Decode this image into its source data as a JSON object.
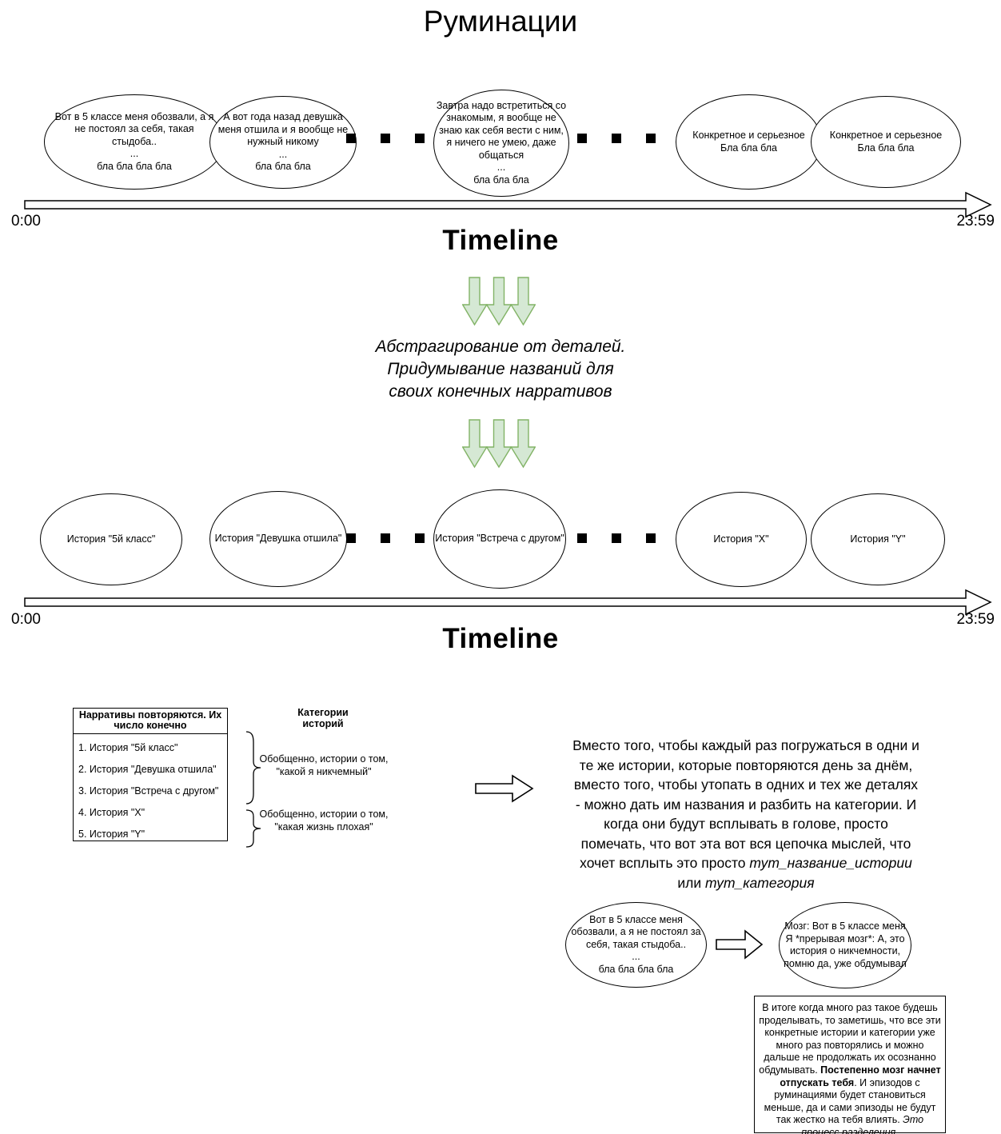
{
  "title": "Руминации",
  "colors": {
    "line": "#000000",
    "arrow_fill": "#d5e8d4",
    "arrow_stroke": "#82b366"
  },
  "timeline1": {
    "start": "0:00",
    "end": "23:59",
    "label": "Timeline"
  },
  "timeline2": {
    "start": "0:00",
    "end": "23:59",
    "label": "Timeline"
  },
  "row1": {
    "ellipses": [
      {
        "text": "Вот в 5 классе меня обозвали, а я не постоял за себя, такая стыдоба..\n...\nбла бла бла бла"
      },
      {
        "text": "А вот года назад девушка меня отшила и я вообще не нужный никому\n...\nбла бла бла"
      },
      {
        "text": "Завтра надо встретиться со знакомым, я вообще не знаю как себя вести с ним, я ничего не умею, даже общаться\n...\nбла бла бла"
      },
      {
        "text": "Конкретное и серьезное\nБла бла бла"
      },
      {
        "text": "Конкретное и серьезное\nБла бла бла"
      }
    ]
  },
  "transition": {
    "text": "Абстрагирование от деталей.\nПридумывание названий для\nсвоих конечных нарративов"
  },
  "row2": {
    "ellipses": [
      {
        "text": "История \"5й класс\""
      },
      {
        "text": "История \"Девушка отшила\""
      },
      {
        "text": "История \"Встреча с другом\""
      },
      {
        "text": "История \"X\""
      },
      {
        "text": "История \"Y\""
      }
    ]
  },
  "narratives_box": {
    "header": "Нарративы повторяются. Их число конечно",
    "items": [
      "1. История \"5й класс\"",
      "2. История \"Девушка отшила\"",
      "3. История \"Встреча с другом\"",
      "4. История \"X\"",
      "5. История \"Y\""
    ]
  },
  "categories": {
    "header": "Категории\nисторий",
    "group1": "Обобщенно, истории о том, \"какой я никчемный\"",
    "group2": "Обобщенно, истории о том, \"какая жизнь плохая\""
  },
  "explanation": {
    "part1": "Вместо того, чтобы каждый раз погружаться в одни и те же истории, которые повторяются день за днём, вместо того, чтобы утопать в одних и тех же деталях - можно дать им названия и разбить на категории. И когда они будут всплывать в голове, просто помечать, что вот эта вот вся цепочка мыслей, что хочет всплыть это просто ",
    "italic1": "тут_название_истории",
    "part2": " или ",
    "italic2": "тут_категория"
  },
  "example": {
    "before": "Вот в 5 классе меня обозвали, а я не постоял за себя, такая стыдоба..\n...\nбла бла бла бла",
    "after": "Мозг: Вот в 5 классе меня\nЯ *прерывая мозг*: А, это\nистория о никчемности,\nпомню да, уже обдумывал"
  },
  "result_box": {
    "part1": "В итоге когда много раз такое будешь проделывать, то заметишь, что все эти конкретные истории и категории уже много раз повторялись и можно дальше не продолжать их осознанно обдумывать. ",
    "bold": "Постепенно мозг начнет отпускать тебя",
    "part2": ". И эпизодов с руминациями будет становиться меньше, да и сами эпизоды не будут так жестко на тебя влиять. ",
    "italic": "Это процесс разделения."
  }
}
